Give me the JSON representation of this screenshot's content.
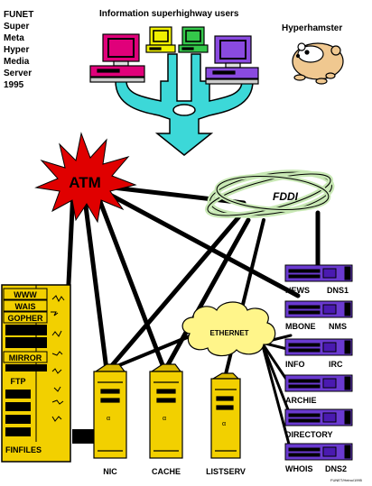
{
  "caption": [
    "FUNET",
    "Super",
    "Meta",
    "Hyper",
    "Media",
    "Server",
    "1995"
  ],
  "title": "Information superhighway users",
  "hamster_label": "Hyperhamster",
  "atm_label": "ATM",
  "fddi_label": "FDDI",
  "ethernet_label": "ETHERNET",
  "cabinet_labels": [
    "WWW",
    "WAIS",
    "GOPHER",
    "MIRROR",
    "FTP",
    "FINFILES"
  ],
  "servers": [
    "NIC",
    "CACHE",
    "LISTSERV"
  ],
  "rack_labels": [
    {
      "left": "NEWS",
      "right": "DNS1"
    },
    {
      "left": "MBONE",
      "right": "NMS"
    },
    {
      "left": "INFO",
      "right": "IRC"
    },
    {
      "left": "ARCHIE",
      "right": ""
    },
    {
      "left": "DIRECTORY",
      "right": ""
    },
    {
      "left": "WHOIS",
      "right": "DNS2"
    }
  ],
  "credit": "FUNET/Heino/1995",
  "colors": {
    "monitor_magenta": "#e0007a",
    "monitor_yellow": "#f0f000",
    "monitor_green": "#34c84a",
    "monitor_purple": "#8a4ae0",
    "cable_cyan": "#3cd8d8",
    "atm_red": "#e00000",
    "fddi_green": "#c8e8b4",
    "cloud_yellow": "#fff58a",
    "server_yellow": "#f2d000",
    "rack_purple": "#6a3ad0"
  }
}
